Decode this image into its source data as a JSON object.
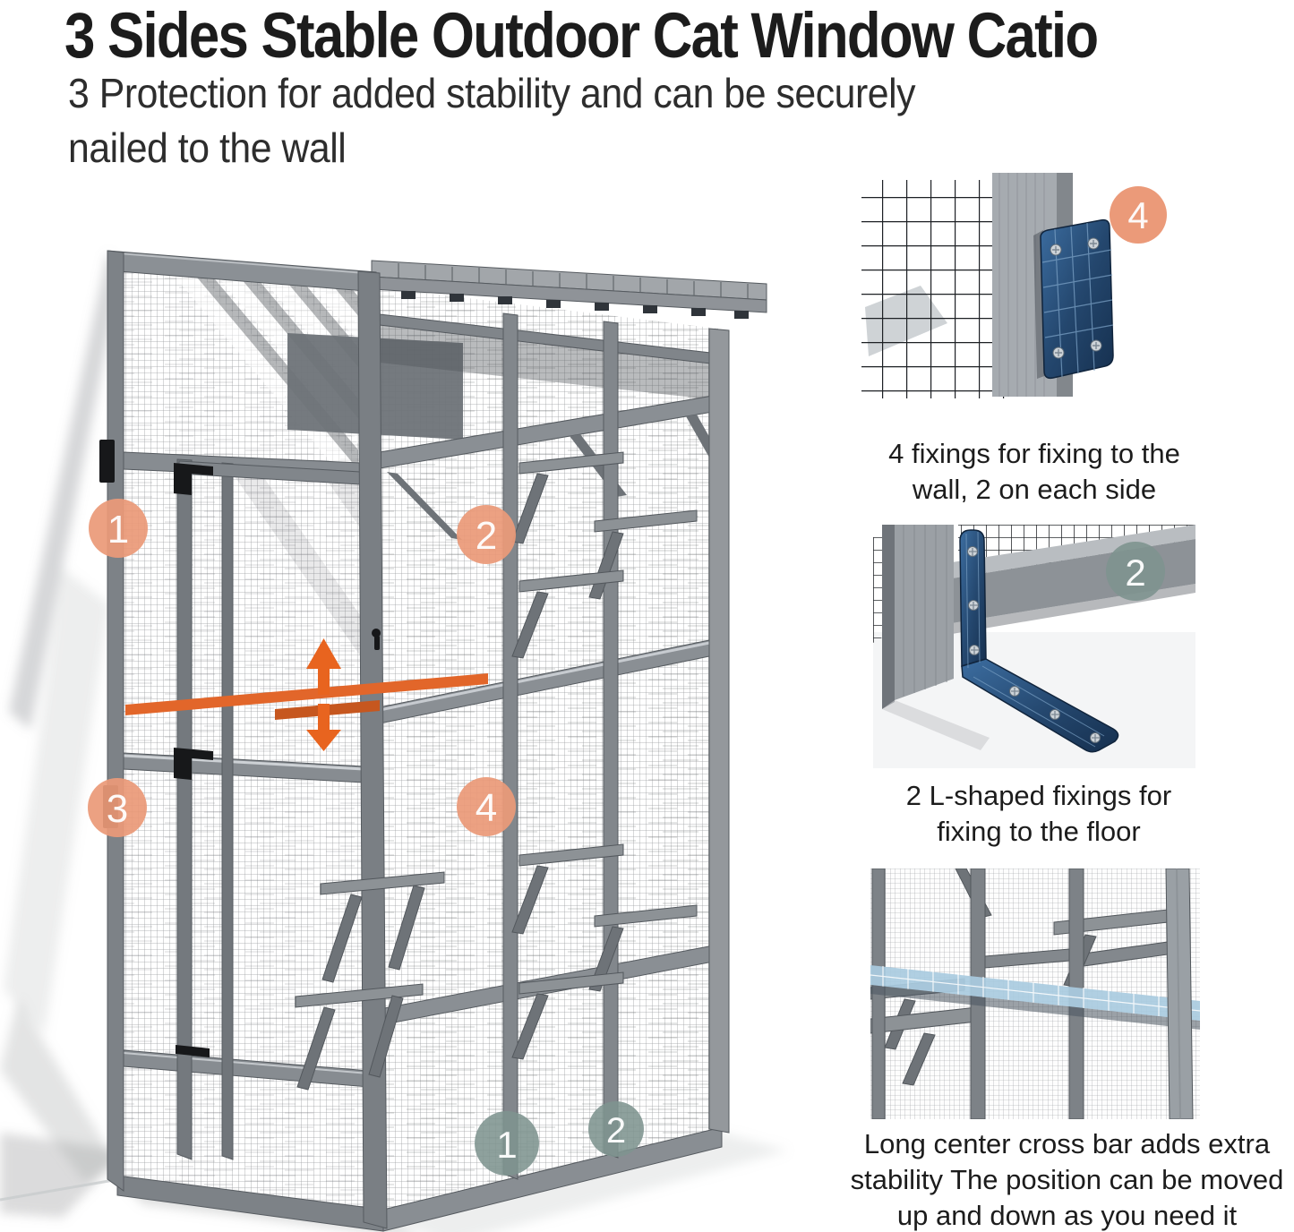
{
  "page": {
    "title": "3 Sides Stable Outdoor Cat Window Catio",
    "subtitle_line1": "3 Protection for added stability and can be securely",
    "subtitle_line2": "nailed to the wall"
  },
  "colors": {
    "accent_orange": "#e8641f",
    "marker_orange": "#eb9a79",
    "marker_teal": "#7e948f",
    "metal_blue": "#24476e",
    "wood_gray": "#83888d"
  },
  "diagram": {
    "orange_markers": [
      {
        "label": "1"
      },
      {
        "label": "2"
      },
      {
        "label": "3"
      },
      {
        "label": "4"
      }
    ],
    "teal_markers": [
      {
        "label": "1"
      },
      {
        "label": "2"
      }
    ]
  },
  "figures": [
    {
      "id": "wall-fixing",
      "badge": "4",
      "caption_lines": [
        "4 fixings for fixing to the",
        "wall, 2 on each side"
      ]
    },
    {
      "id": "floor-fixing",
      "badge": "2",
      "caption_lines": [
        "2 L-shaped fixings for",
        "fixing to the floor"
      ]
    },
    {
      "id": "cross-bar",
      "badge": "",
      "caption_lines": [
        "Long center cross bar adds extra",
        "stability The position can be moved",
        "up and down as you need it"
      ]
    }
  ]
}
